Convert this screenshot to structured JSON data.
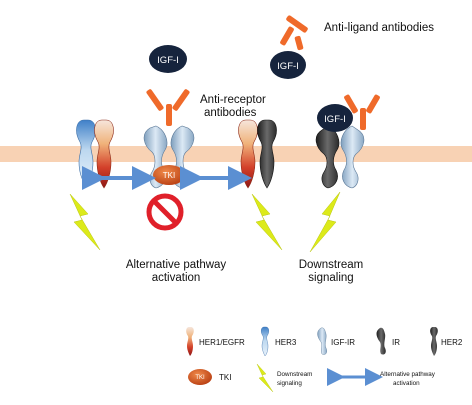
{
  "labels": {
    "anti_ligand": "Anti-ligand antibodies",
    "anti_receptor_line1": "Anti-receptor",
    "anti_receptor_line2": "antibodies",
    "alt_pathway_line1": "Alternative pathway",
    "alt_pathway_line2": "activation",
    "downstream_line1": "Downstream",
    "downstream_line2": "signaling",
    "igf_ligand": "IGF-I",
    "tki": "TKI"
  },
  "legend": {
    "her1": "HER1/EGFR",
    "her3": "HER3",
    "igf_ir": "IGF-IR",
    "ir": "IR",
    "her2": "HER2",
    "tki": "TKI",
    "tki_badge": "TKI",
    "downstream_line1": "Downstream",
    "downstream_line2": "signaling",
    "alt_line1": "Alternative pathway",
    "alt_line2": "activation"
  },
  "colors": {
    "membrane": "#f8d2b4",
    "ligand_circle": "#16243d",
    "antibody": "#ef6a2a",
    "tki_oval": "#c6461c",
    "arrow": "#5b8fd2",
    "bolt": "#dcea1a",
    "no_sign": "#e0202a"
  }
}
